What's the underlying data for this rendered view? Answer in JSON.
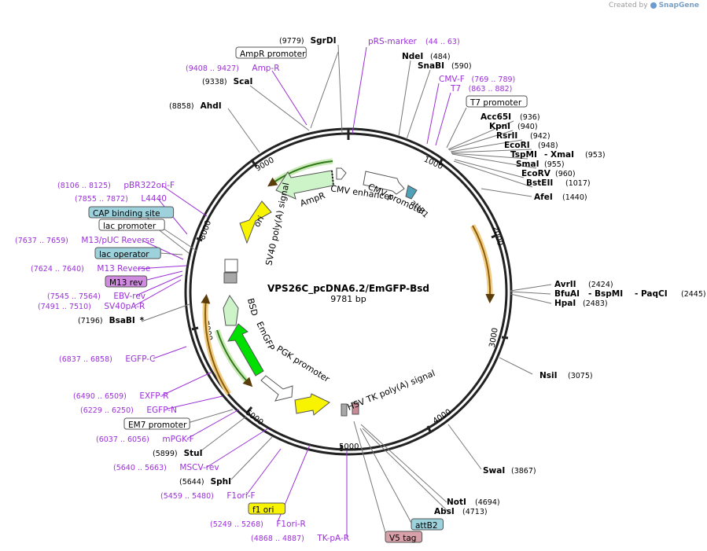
{
  "credit": {
    "prefix": "Created by",
    "brand": "SnapGene"
  },
  "plasmid": {
    "name": "VPS26C_pcDNA6.2/EmGFP-Bsd",
    "size": "9781 bp"
  },
  "ticks": [
    "1000",
    "2000",
    "3000",
    "4000",
    "5000",
    "6000",
    "7000",
    "8000",
    "9000"
  ],
  "features": [
    {
      "id": "cmv-enh",
      "label": "CMV enhancer"
    },
    {
      "id": "cmv-prom",
      "label": "CMV promoter"
    },
    {
      "id": "attb1",
      "label": "attB1"
    },
    {
      "id": "hsv",
      "label": "HSV TK poly(A) signal"
    },
    {
      "id": "pgk",
      "label": "PGK promoter"
    },
    {
      "id": "emgfp",
      "label": "EmGFP"
    },
    {
      "id": "bsd",
      "label": "BSD"
    },
    {
      "id": "sv40",
      "label": "SV40 poly(A) signal"
    },
    {
      "id": "ori",
      "label": "ori"
    },
    {
      "id": "ampr",
      "label": "AmpR"
    }
  ],
  "labels": [
    {
      "id": "sgrdi",
      "pos": "(9779)",
      "name": "SgrDI"
    },
    {
      "id": "prs",
      "pos": "(44 .. 63)",
      "name": "pRS-marker"
    },
    {
      "id": "ampr-prom",
      "name": "AmpR promoter"
    },
    {
      "id": "ndei",
      "pos": "(484)",
      "name": "NdeI"
    },
    {
      "id": "amp-r",
      "pos": "(9408 .. 9427)",
      "name": "Amp-R"
    },
    {
      "id": "snabi",
      "pos": "(590)",
      "name": "SnaBI"
    },
    {
      "id": "scai",
      "pos": "(9338)",
      "name": "ScaI"
    },
    {
      "id": "cmv-f",
      "pos": "(769 .. 789)",
      "name": "CMV-F"
    },
    {
      "id": "t7",
      "pos": "(863 .. 882)",
      "name": "T7"
    },
    {
      "id": "ahdi",
      "pos": "(8858)",
      "name": "AhdI"
    },
    {
      "id": "t7-prom",
      "name": "T7 promoter"
    },
    {
      "id": "acc65i",
      "pos": "(936)",
      "name": "Acc65I"
    },
    {
      "id": "kpni",
      "pos": "(940)",
      "name": "KpnI"
    },
    {
      "id": "rsrii",
      "pos": "(942)",
      "name": "RsrII"
    },
    {
      "id": "ecori",
      "pos": "(948)",
      "name": "EcoRI"
    },
    {
      "id": "tspmi",
      "pos": "(953)",
      "name": "TspMI",
      "extra": "XmaI"
    },
    {
      "id": "smai",
      "pos": "(955)",
      "name": "SmaI"
    },
    {
      "id": "ecorv",
      "pos": "(960)",
      "name": "EcoRV"
    },
    {
      "id": "bsteii",
      "pos": "(1017)",
      "name": "BstEII"
    },
    {
      "id": "pbr",
      "pos": "(8106 .. 8125)",
      "name": "pBR322ori-F"
    },
    {
      "id": "afei",
      "pos": "(1440)",
      "name": "AfeI"
    },
    {
      "id": "l4440",
      "pos": "(7855 .. 7872)",
      "name": "L4440"
    },
    {
      "id": "cap",
      "name": "CAP binding site"
    },
    {
      "id": "lac-prom",
      "name": "lac promoter"
    },
    {
      "id": "m13puc",
      "pos": "(7637 .. 7659)",
      "name": "M13/pUC Reverse"
    },
    {
      "id": "lac-op",
      "name": "lac operator"
    },
    {
      "id": "m13rev",
      "pos": "(7624 .. 7640)",
      "name": "M13 Reverse"
    },
    {
      "id": "m13r",
      "name": "M13 rev"
    },
    {
      "id": "avrii",
      "pos": "(2424)",
      "name": "AvrII"
    },
    {
      "id": "bfuai",
      "pos": "(2445)",
      "name": "BfuAI",
      "extra": "BspMI",
      "extra2": "PaqCI"
    },
    {
      "id": "hpai",
      "pos": "(2483)",
      "name": "HpaI"
    },
    {
      "id": "ebv",
      "pos": "(7545 .. 7564)",
      "name": "EBV-rev"
    },
    {
      "id": "sv40pa",
      "pos": "(7491 .. 7510)",
      "name": "SV40pA-R"
    },
    {
      "id": "bsabi",
      "pos": "(7196)",
      "name": "BsaBI",
      "star": "*"
    },
    {
      "id": "egfpc",
      "pos": "(6837 .. 6858)",
      "name": "EGFP-C"
    },
    {
      "id": "nsii",
      "pos": "(3075)",
      "name": "NsiI"
    },
    {
      "id": "exfp",
      "pos": "(6490 .. 6509)",
      "name": "EXFP-R"
    },
    {
      "id": "egfpn",
      "pos": "(6229 .. 6250)",
      "name": "EGFP-N"
    },
    {
      "id": "em7",
      "name": "EM7 promoter"
    },
    {
      "id": "mpgk",
      "pos": "(6037 .. 6056)",
      "name": "mPGK-F"
    },
    {
      "id": "stui",
      "pos": "(5899)",
      "name": "StuI"
    },
    {
      "id": "msvc",
      "pos": "(5640 .. 5663)",
      "name": "MSCV-rev"
    },
    {
      "id": "swai",
      "pos": "(3867)",
      "name": "SwaI"
    },
    {
      "id": "sphi",
      "pos": "(5644)",
      "name": "SphI"
    },
    {
      "id": "f1orif",
      "pos": "(5459 .. 5480)",
      "name": "F1ori-F"
    },
    {
      "id": "noti",
      "pos": "(4694)",
      "name": "NotI"
    },
    {
      "id": "absi",
      "pos": "(4713)",
      "name": "AbsI"
    },
    {
      "id": "f1ori",
      "name": "f1 ori"
    },
    {
      "id": "attb2",
      "name": "attB2"
    },
    {
      "id": "f1orir",
      "pos": "(5249 .. 5268)",
      "name": "F1ori-R"
    },
    {
      "id": "tkpa",
      "pos": "(4868 .. 4887)",
      "name": "TK-pA-R"
    },
    {
      "id": "v5",
      "name": "V5 tag"
    }
  ]
}
